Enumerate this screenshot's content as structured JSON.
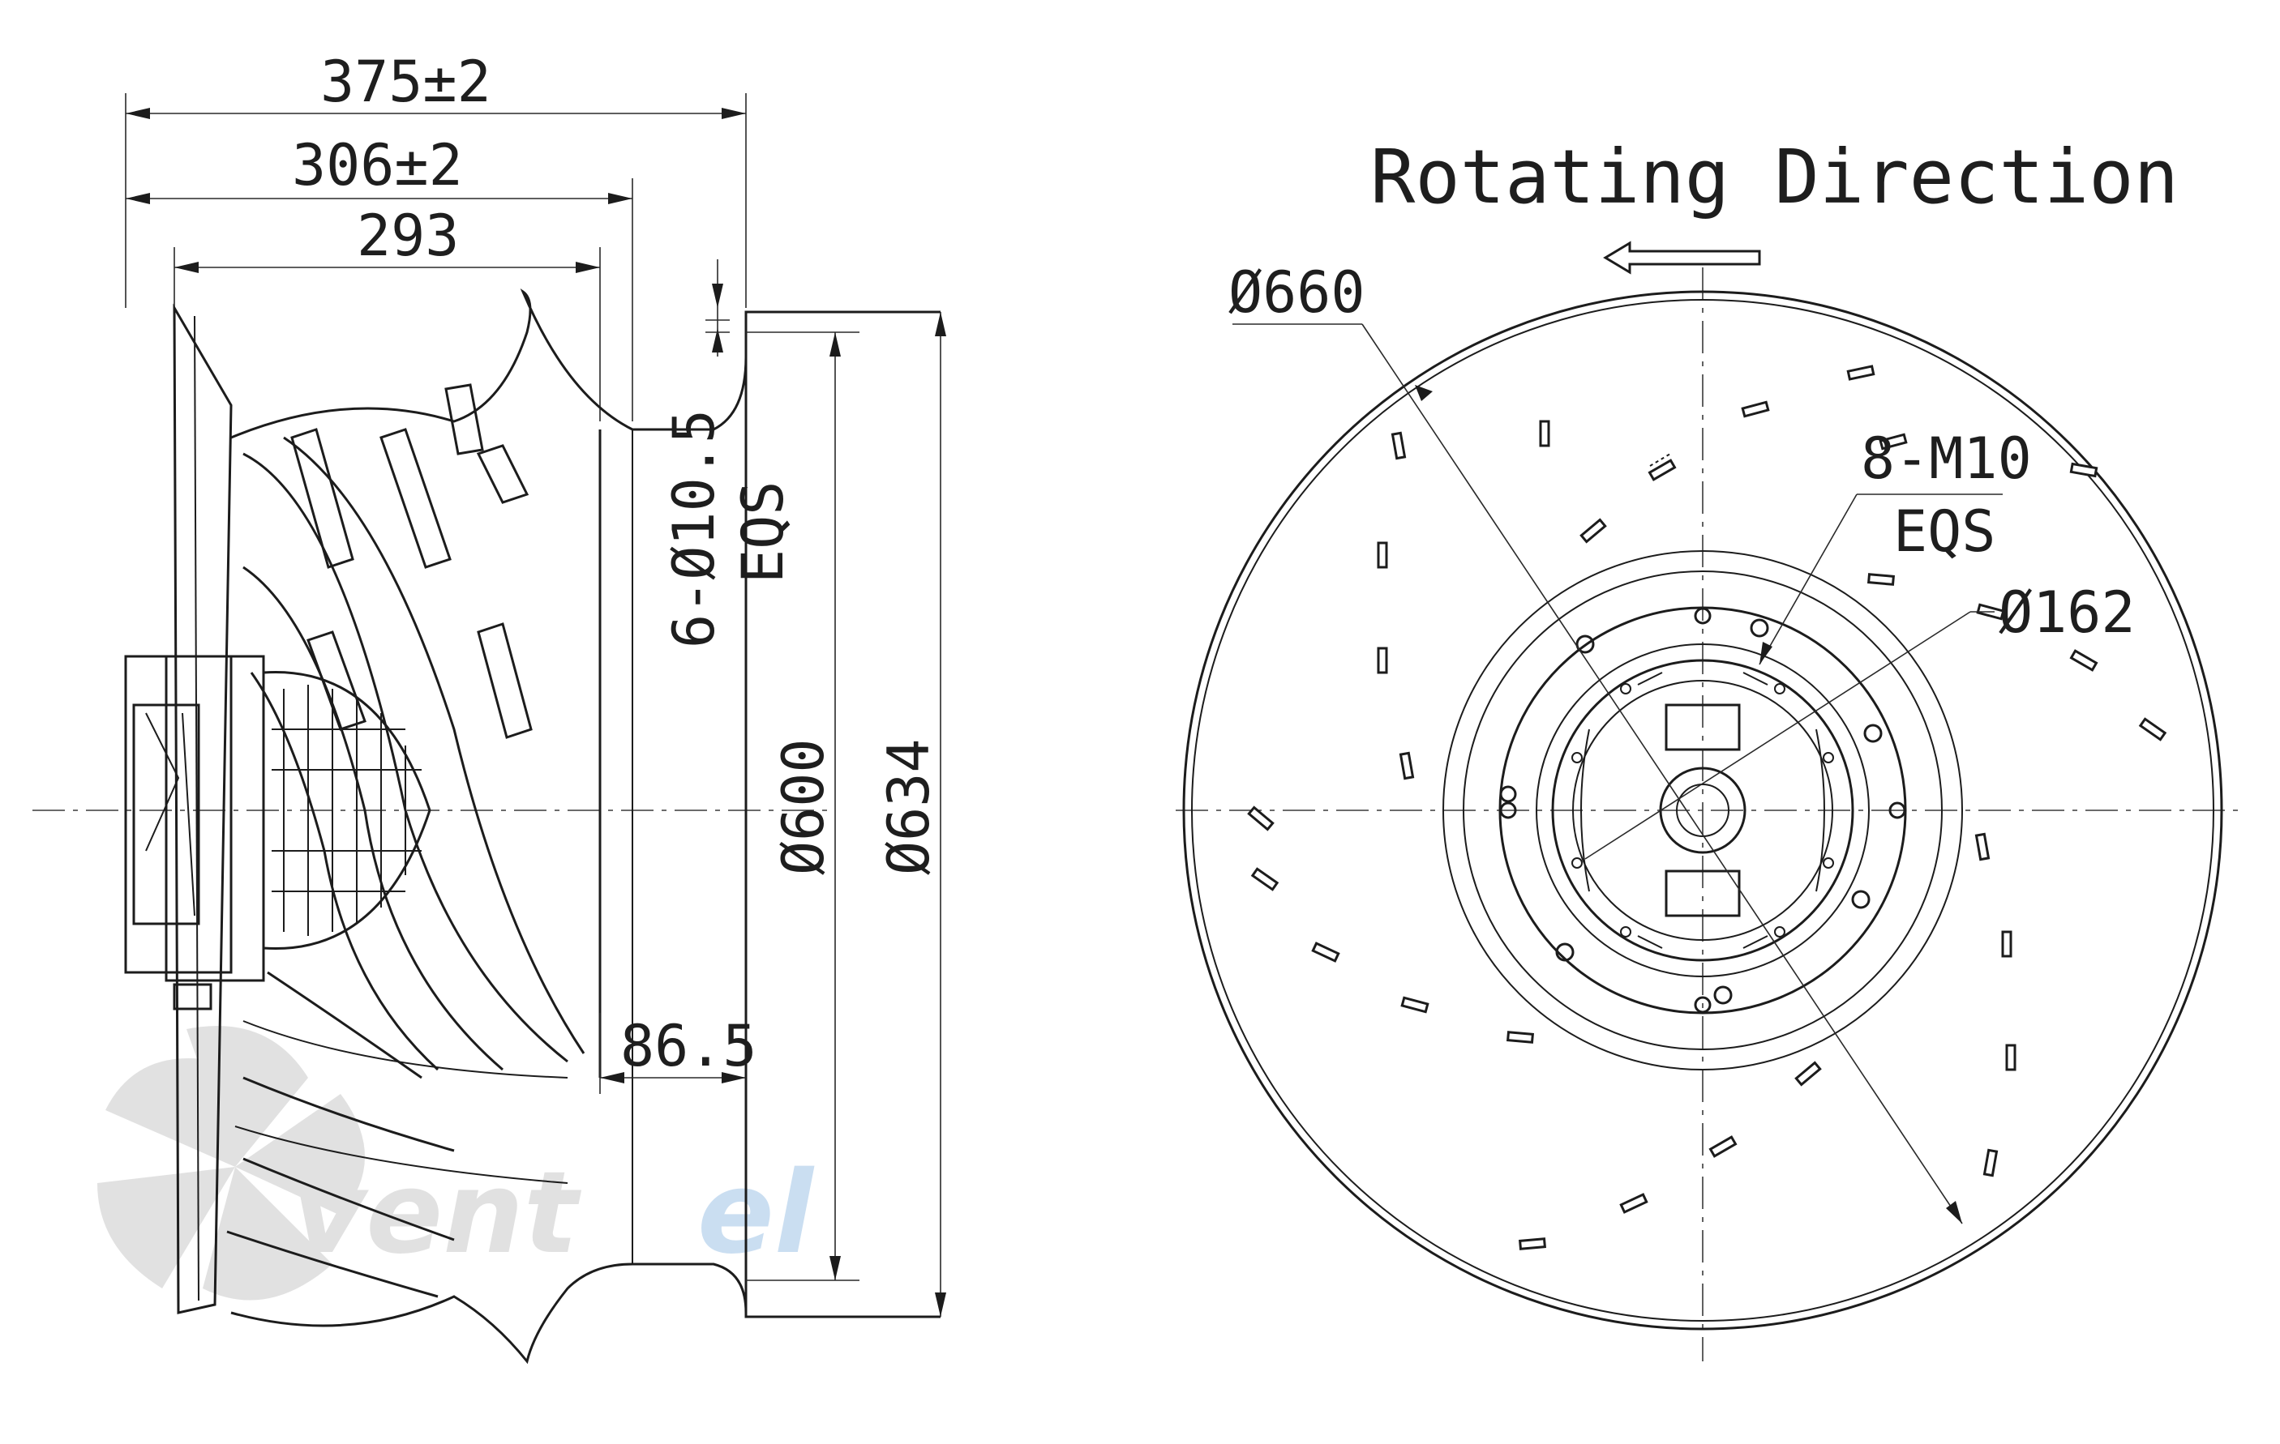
{
  "side_view": {
    "dim_overall_length": "375±2",
    "dim_length_2": "306±2",
    "dim_length_3": "293",
    "dim_holes": "6-Ø10.5",
    "dim_holes_eqs": "EQS",
    "dim_inlet_diameter": "Ø600",
    "dim_outer_diameter": "Ø634",
    "dim_offset": "86.5"
  },
  "front_view": {
    "title": "Rotating Direction",
    "dim_impeller_diameter": "Ø660",
    "dim_bolts": "8-M10",
    "dim_bolts_eqs": "EQS",
    "dim_hub_diameter": "Ø162",
    "arrow_icon": "left-arrow-icon"
  },
  "watermark": {
    "text_gray": "vent",
    "text_blue": "el",
    "gray_color": "#c9c9c9",
    "blue_color": "#9fc3e6"
  }
}
